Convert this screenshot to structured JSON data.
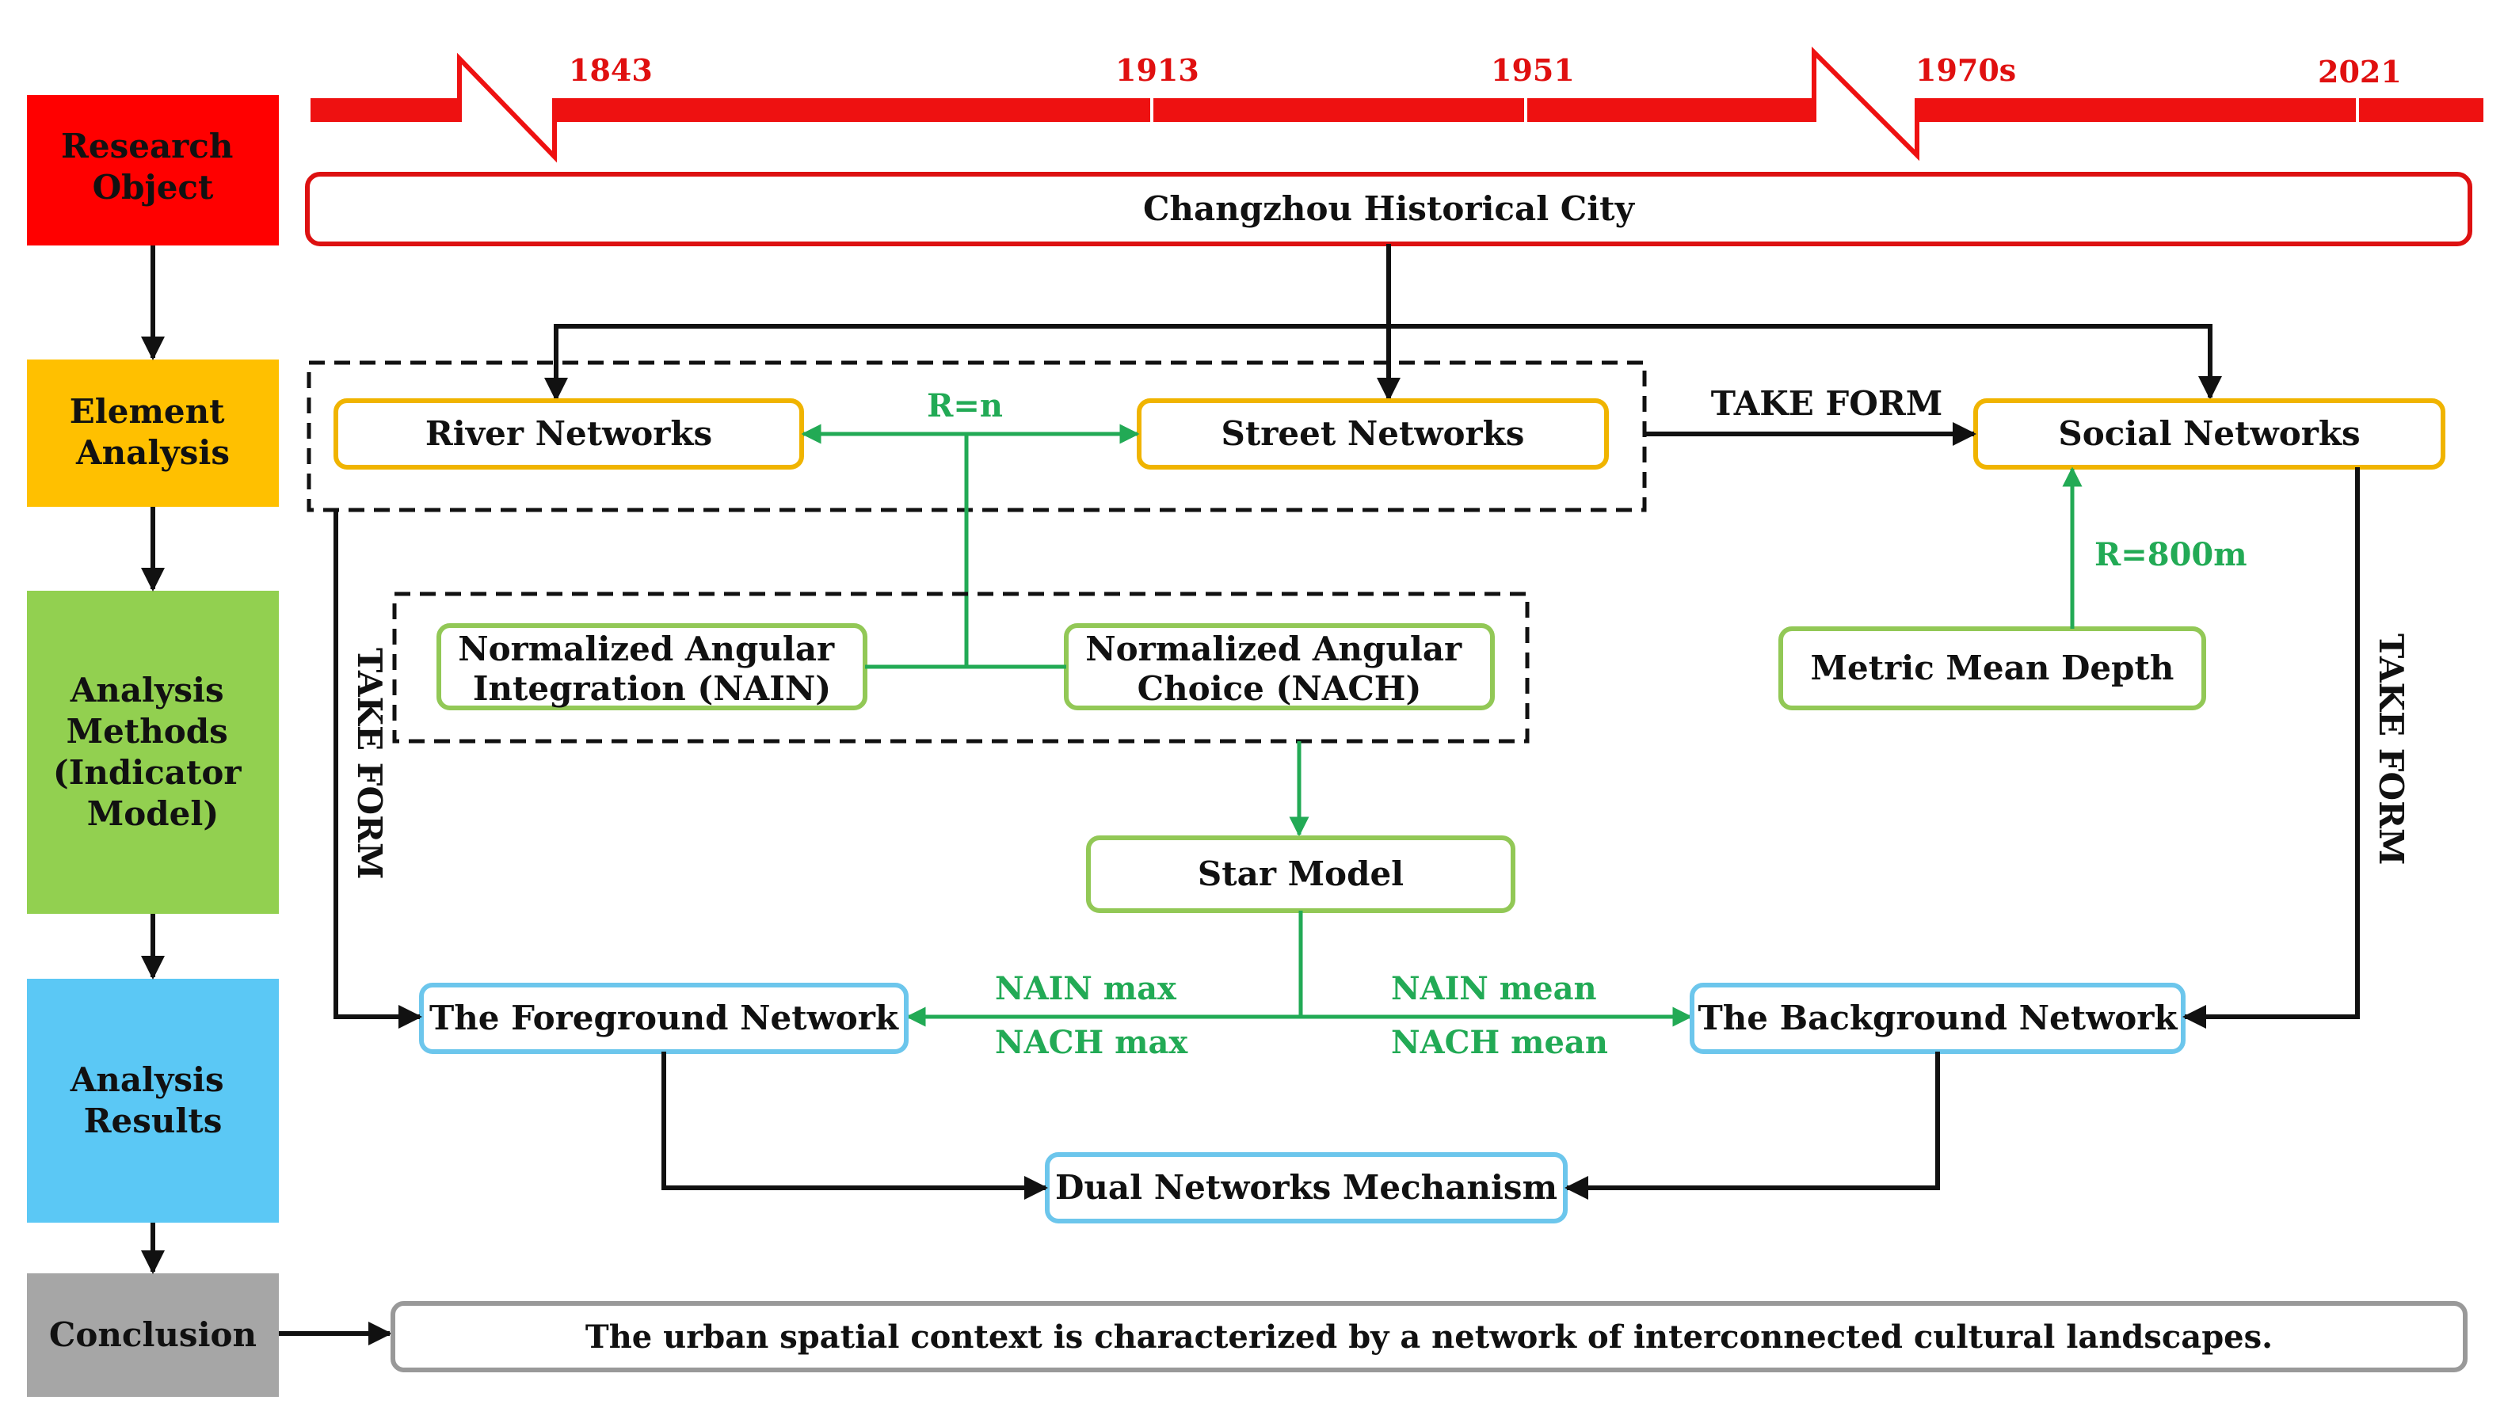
{
  "colors": {
    "red": "#ff0000",
    "orange": "#ffc000",
    "green": "#92d050",
    "blue": "#5bc8f5",
    "gray": "#a6a6a6",
    "box_red_border": "#dd1111",
    "box_orange_border": "#f0b400",
    "box_green_border": "#92c856",
    "box_blue_border": "#6cc6ec",
    "box_gray_border": "#999999",
    "green_arrow": "#22aa55"
  },
  "timeline": {
    "years": [
      "1843",
      "1913",
      "1951",
      "1970s",
      "2021"
    ]
  },
  "stages": [
    {
      "id": "research",
      "label_lines": [
        "Research",
        "Object"
      ]
    },
    {
      "id": "element",
      "label_lines": [
        "Element",
        "Analysis"
      ]
    },
    {
      "id": "methods",
      "label_lines": [
        "Analysis",
        "Methods",
        "(Indicator",
        "Model)"
      ]
    },
    {
      "id": "results",
      "label_lines": [
        "Analysis",
        "Results"
      ]
    },
    {
      "id": "conclusion",
      "label_lines": [
        "Conclusion"
      ]
    }
  ],
  "boxes": {
    "city": "Changzhou Historical City",
    "river": "River Networks",
    "street": "Street Networks",
    "social": "Social Networks",
    "nain_lines": [
      "Normalized Angular",
      "Integration (NAIN)"
    ],
    "nach_lines": [
      "Normalized Angular",
      "Choice (NACH)"
    ],
    "mmd": "Metric Mean Depth",
    "star": "Star Model",
    "foreground": "The Foreground Network",
    "background": "The Background Network",
    "dual": "Dual Networks Mechanism",
    "conclusion": "The urban spatial context is characterized by a network of interconnected cultural landscapes."
  },
  "labels": {
    "r_n": "R=n",
    "r_800": "R=800m",
    "take_form": "TAKE FORM",
    "nain_max": "NAIN max",
    "nach_max": "NACH max",
    "nain_mean": "NAIN mean",
    "nach_mean": "NACH mean"
  }
}
